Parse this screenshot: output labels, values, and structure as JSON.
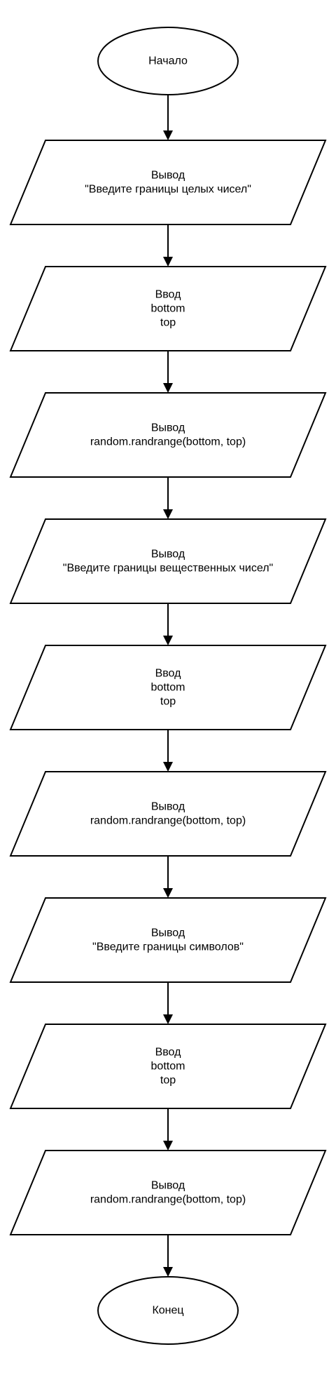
{
  "nodes": [
    {
      "shape": "terminal",
      "lines": [
        "Начало"
      ]
    },
    {
      "shape": "io",
      "lines": [
        "Вывод",
        "\"Введите границы целых чисел\""
      ]
    },
    {
      "shape": "io",
      "lines": [
        "Ввод",
        "bottom",
        "top"
      ]
    },
    {
      "shape": "io",
      "lines": [
        "Вывод",
        "random.randrange(bottom, top)"
      ]
    },
    {
      "shape": "io",
      "lines": [
        "Вывод",
        "\"Введите границы вещественных чисел\""
      ]
    },
    {
      "shape": "io",
      "lines": [
        "Ввод",
        "bottom",
        "top"
      ]
    },
    {
      "shape": "io",
      "lines": [
        "Вывод",
        "random.randrange(bottom, top)"
      ]
    },
    {
      "shape": "io",
      "lines": [
        "Вывод",
        "\"Введите границы символов\""
      ]
    },
    {
      "shape": "io",
      "lines": [
        "Ввод",
        "bottom",
        "top"
      ]
    },
    {
      "shape": "io",
      "lines": [
        "Вывод",
        "random.randrange(bottom, top)"
      ]
    },
    {
      "shape": "terminal",
      "lines": [
        "Конец"
      ]
    }
  ],
  "colors": {
    "stroke": "#000000",
    "fill": "#ffffff",
    "text": "#000000"
  }
}
